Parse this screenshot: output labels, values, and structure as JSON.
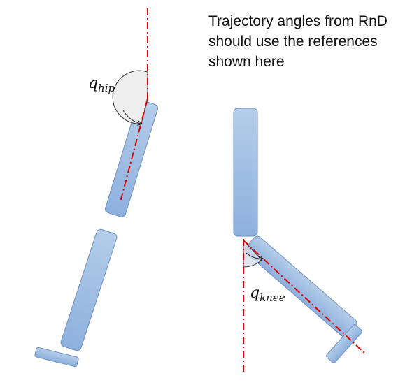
{
  "note": {
    "line1": "Trajectory angles from RnD",
    "line2": "should use the references",
    "line3": "shown here"
  },
  "labels": {
    "hip_symbol": "q",
    "hip_subscript": "hip",
    "knee_symbol": "q",
    "knee_subscript": "knee"
  },
  "colors": {
    "segment_fill_light": "#b4cde9",
    "segment_fill_dark": "#8db0dd",
    "segment_stroke": "#6d8fbf",
    "reference_line": "#e00000",
    "angle_arc_fill": "#eeeeee",
    "angle_arc_stroke": "#333333"
  }
}
